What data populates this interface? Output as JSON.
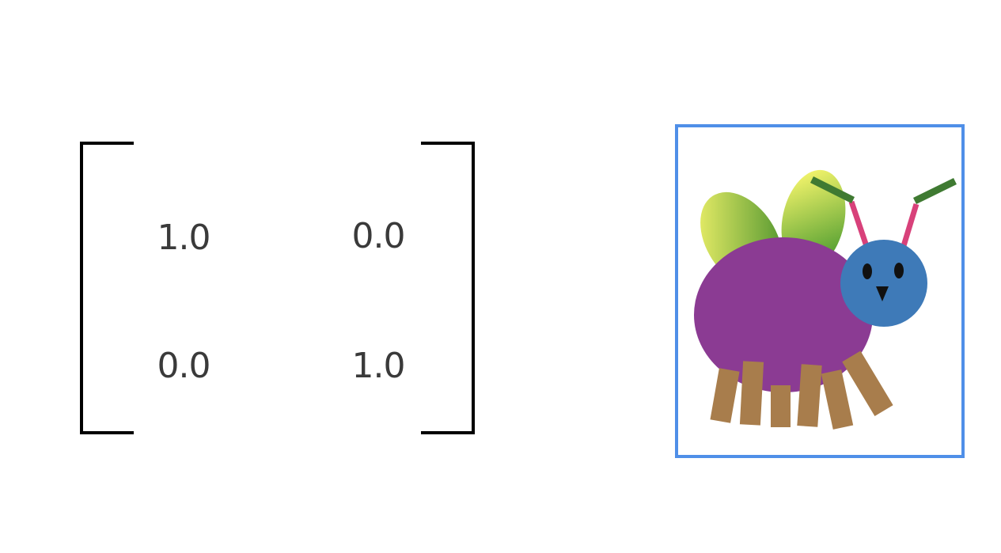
{
  "matrix": {
    "rows": [
      [
        "1.0",
        "0.0"
      ],
      [
        "0.0",
        "1.0"
      ]
    ]
  },
  "colors": {
    "bracket": "#000000",
    "text": "#3a3a3a",
    "frame_border": "#4f8fe8",
    "bug_body": "#8b3b93",
    "bug_head": "#3e7ab8",
    "bug_legs": "#a87d4c",
    "bug_antenna_stalk": "#d8417a",
    "bug_antenna_tip": "#3f7a32",
    "wing_light": "#f8f56a",
    "wing_dark": "#3d8a28"
  },
  "icons": {
    "bug": "bug-illustration-icon"
  }
}
